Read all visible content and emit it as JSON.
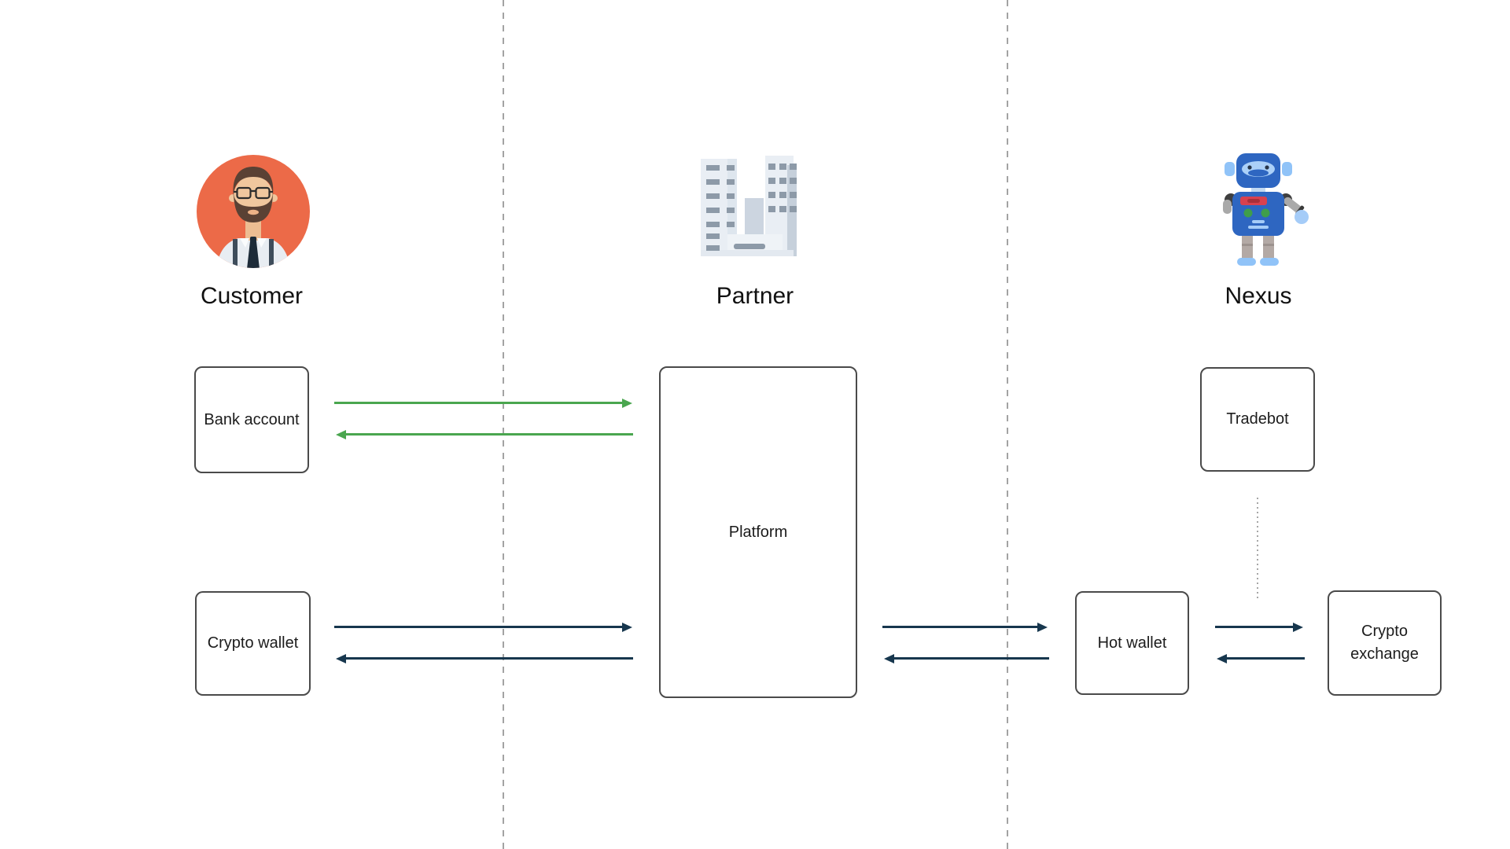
{
  "lanes": {
    "customer": {
      "title": "Customer",
      "icon": "customer-avatar-icon"
    },
    "partner": {
      "title": "Partner",
      "icon": "partner-building-icon"
    },
    "nexus": {
      "title": "Nexus",
      "icon": "nexus-robot-icon"
    }
  },
  "nodes": {
    "bank_account": {
      "label": "Bank account"
    },
    "crypto_wallet": {
      "label": "Crypto wallet"
    },
    "platform": {
      "label": "Platform"
    },
    "tradebot": {
      "label": "Tradebot"
    },
    "hot_wallet": {
      "label": "Hot wallet"
    },
    "crypto_exchange": {
      "label": "Crypto exchange"
    }
  },
  "flows": [
    {
      "from": "Bank account",
      "to": "Platform",
      "bidirectional": true,
      "color": "green"
    },
    {
      "from": "Crypto wallet",
      "to": "Platform",
      "bidirectional": true,
      "color": "navy"
    },
    {
      "from": "Platform",
      "to": "Hot wallet",
      "bidirectional": true,
      "color": "navy"
    },
    {
      "from": "Hot wallet",
      "to": "Crypto exchange",
      "bidirectional": true,
      "color": "navy"
    },
    {
      "from": "Tradebot",
      "to": "Hot wallet / Crypto exchange flow",
      "style": "dotted"
    }
  ],
  "colors": {
    "background": "#ffffff",
    "flow_green": "#4aa64f",
    "flow_navy": "#17374e",
    "lane_divider": "#a3a3a3",
    "node_border": "#4a4a4a",
    "node_text": "#1c1c1c",
    "lane_title": "#111111",
    "dotted_connector": "#a6a6a6",
    "avatar_bg": "#ec6a48"
  }
}
